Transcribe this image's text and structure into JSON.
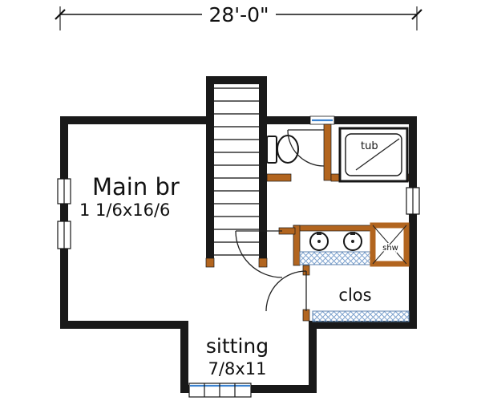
{
  "dimensions": {
    "overall_width": "28'-0\""
  },
  "rooms": {
    "main_bedroom": {
      "name": "Main br",
      "size": "1 1/6x16/6"
    },
    "sitting": {
      "name": "sitting",
      "size": "7/8x11"
    },
    "closet": {
      "label": "clos"
    }
  },
  "fixtures": {
    "tub_label": "tub",
    "shower_label": "shw"
  },
  "colors": {
    "wall": "#191919",
    "interior_wall": "#b2651f",
    "hatch": "#7fa3cf",
    "glass": "#3b82d0",
    "background": "#ffffff",
    "ink": "#111111"
  }
}
